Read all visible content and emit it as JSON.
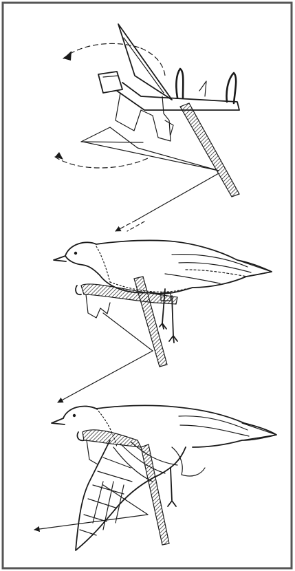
{
  "figure": {
    "panels": [
      {
        "id": "trigger-mechanism",
        "icon": "perch-trap-mechanism"
      },
      {
        "id": "bird-on-perch",
        "icon": "bird-perched"
      },
      {
        "id": "bird-wings-spread",
        "icon": "bird-caught"
      }
    ],
    "colors": {
      "ink": "#1a1a1a",
      "paper": "#ffffff",
      "frame": "#555555"
    }
  }
}
